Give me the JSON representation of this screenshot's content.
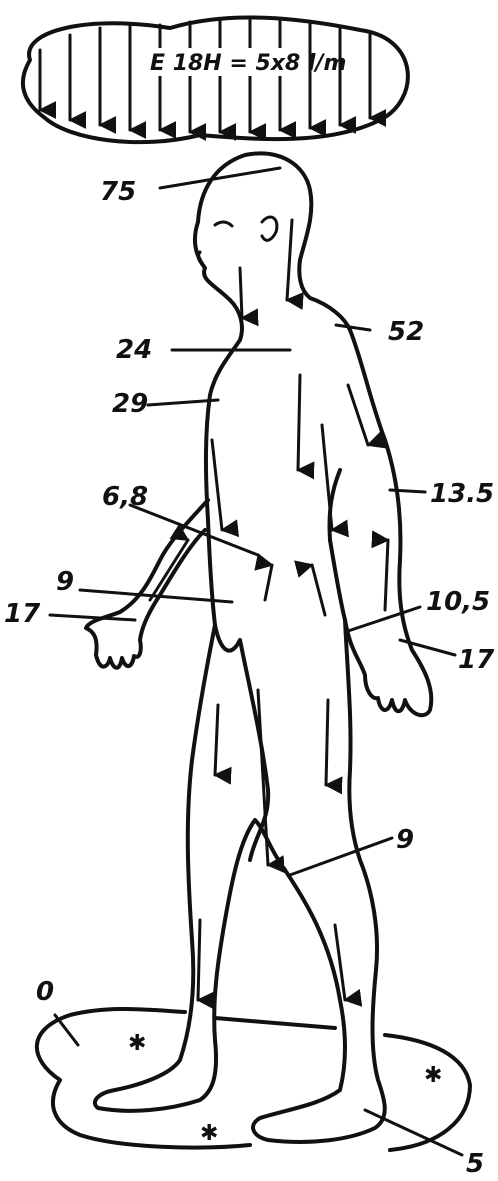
{
  "cloud": {
    "field_label": "E 18H = 5x8 l/m"
  },
  "labels": {
    "head": "75",
    "shoulder": "52",
    "chest": "24",
    "torso": "29",
    "abdomen": "6,8",
    "hip": "9",
    "left_hand": "17",
    "right_arm": "13.5",
    "right_hip": "10,5",
    "right_hand": "17",
    "knee": "9",
    "ground": "0",
    "foot": "5"
  },
  "colors": {
    "ink": "#111111",
    "paper": "#ffffff"
  }
}
